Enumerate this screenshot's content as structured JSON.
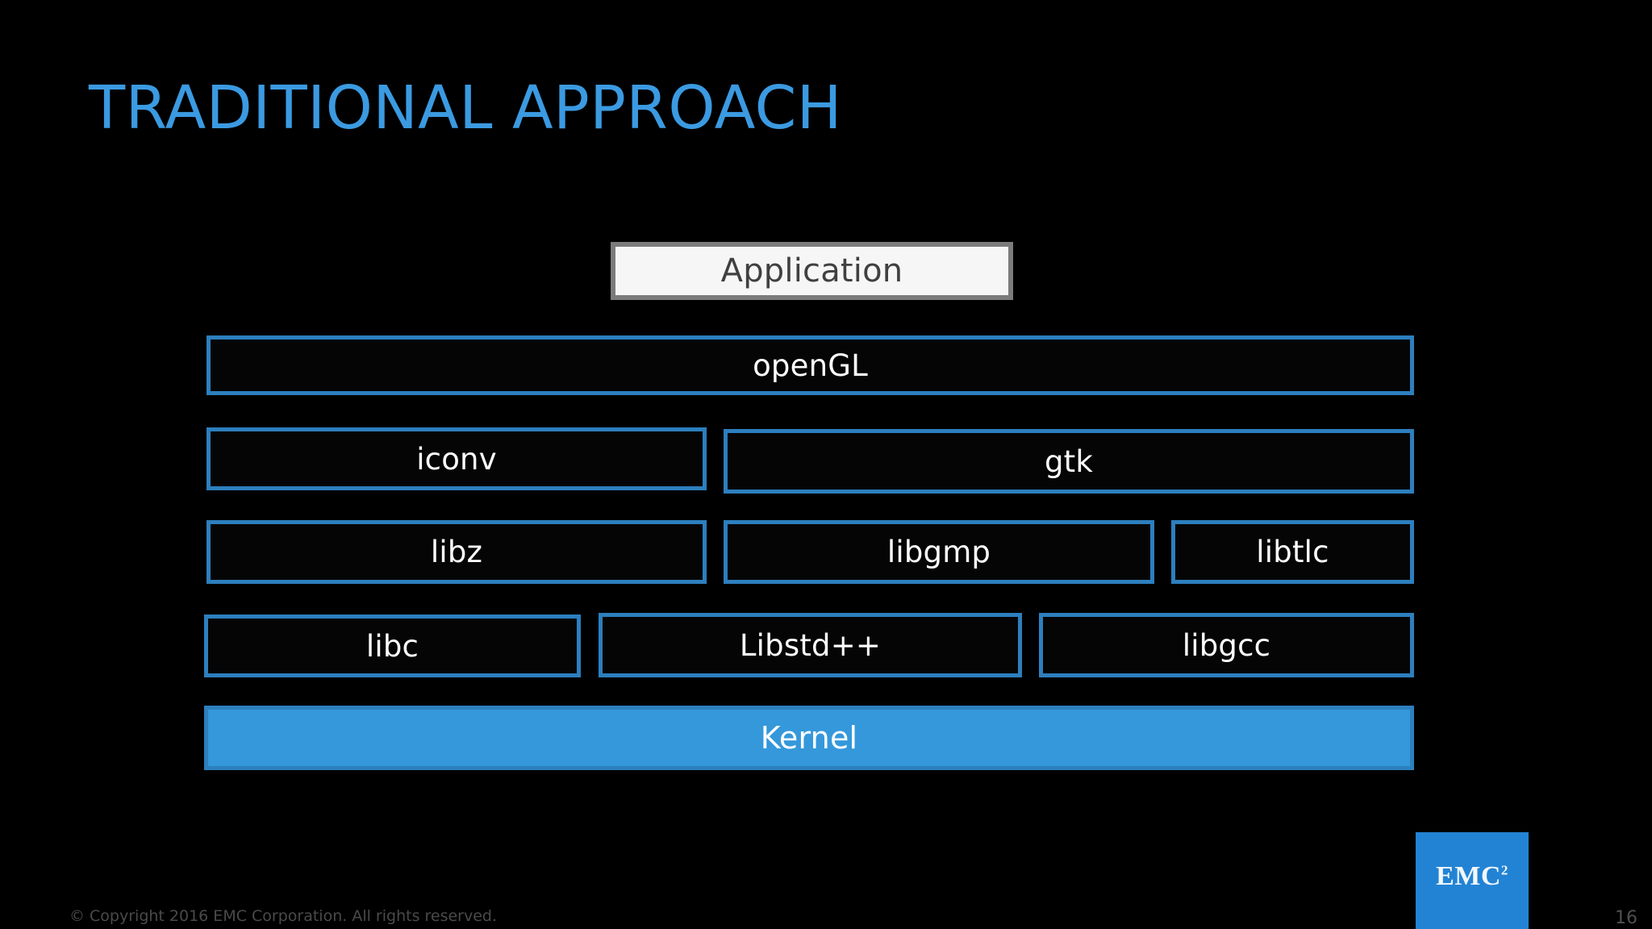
{
  "slide": {
    "title": "TRADITIONAL APPROACH",
    "title_color": "#3b9ae1",
    "background_color": "#000000"
  },
  "diagram": {
    "type": "layered-stack",
    "accent_border_color": "#2d7fbe",
    "kernel_fill_color": "#3498db",
    "application_fill_color": "#f6f6f6",
    "application_border_color": "#7b7b7b",
    "layers": [
      {
        "name": "application",
        "boxes": [
          {
            "label": "Application",
            "style": "white-filled"
          }
        ]
      },
      {
        "name": "graphics",
        "boxes": [
          {
            "label": "openGL",
            "style": "outlined"
          }
        ]
      },
      {
        "name": "toolkits",
        "boxes": [
          {
            "label": "iconv",
            "style": "outlined"
          },
          {
            "label": "gtk",
            "style": "outlined"
          }
        ]
      },
      {
        "name": "libraries",
        "boxes": [
          {
            "label": "libz",
            "style": "outlined"
          },
          {
            "label": "libgmp",
            "style": "outlined"
          },
          {
            "label": "libtlc",
            "style": "outlined"
          }
        ]
      },
      {
        "name": "runtime",
        "boxes": [
          {
            "label": "libc",
            "style": "outlined"
          },
          {
            "label": "Libstd++",
            "style": "outlined"
          },
          {
            "label": "libgcc",
            "style": "outlined"
          }
        ]
      },
      {
        "name": "kernel",
        "boxes": [
          {
            "label": "Kernel",
            "style": "blue-filled"
          }
        ]
      }
    ]
  },
  "footer": {
    "copyright": "© Copyright 2016 EMC Corporation. All rights reserved.",
    "page_number": "16",
    "logo": {
      "name": "emc-logo",
      "text": "EMC",
      "superscript": "2",
      "background_color": "#2283d4"
    }
  }
}
